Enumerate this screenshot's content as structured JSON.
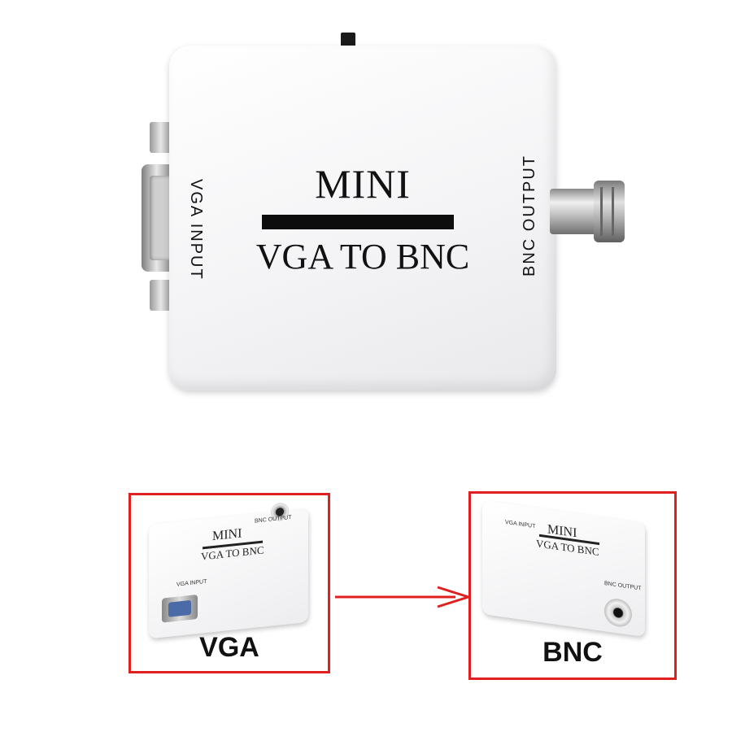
{
  "product": {
    "title": "MINI",
    "subtitle": "VGA TO BNC",
    "input_label": "VGA INPUT",
    "output_label": "BNC OUTPUT"
  },
  "panels": {
    "left": {
      "caption": "VGA",
      "box_title": "MINI",
      "box_subtitle": "VGA TO BNC",
      "side_label": "VGA INPUT",
      "top_label": "BNC OUTPUT"
    },
    "right": {
      "caption": "BNC",
      "box_title": "MINI",
      "box_subtitle": "VGA TO BNC",
      "side_label": "BNC OUTPUT",
      "top_label": "VGA INPUT"
    }
  },
  "colors": {
    "frame": "#e02020",
    "arrow": "#e02020",
    "device": "#f4f4f6"
  }
}
